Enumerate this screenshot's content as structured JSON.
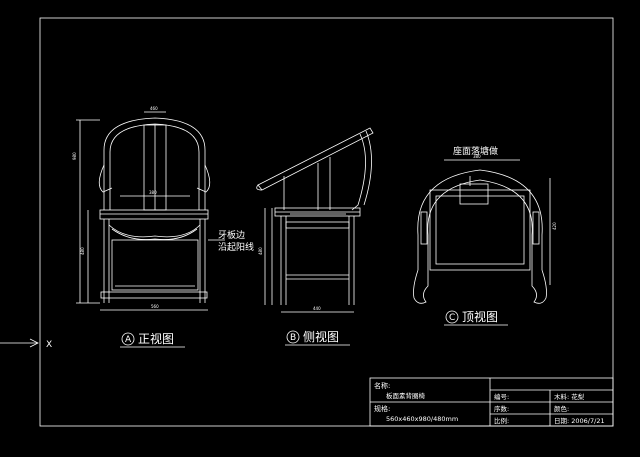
{
  "colors": {
    "background": "#000000",
    "lines": "#ffffff"
  },
  "views": {
    "front": {
      "marker": "A",
      "label": "正视图",
      "annotation_line1": "牙板边",
      "annotation_line2": "沿起阳线"
    },
    "side": {
      "marker": "B",
      "label": "侧视图"
    },
    "top": {
      "marker": "C",
      "label": "顶视图",
      "callout": "座面落塘做"
    }
  },
  "ucs_axis_label": "X",
  "title_block": {
    "name_label": "名称:",
    "name_value": "板面素背圈椅",
    "spec_label": "规格:",
    "spec_value": "560x460x980/480mm",
    "number_label": "编号:",
    "material_label": "木料: 花梨",
    "seq_label": "序数:",
    "color_label": "颜色:",
    "scale_label": "比例:",
    "date_label": "日期: 2006/7/21"
  }
}
